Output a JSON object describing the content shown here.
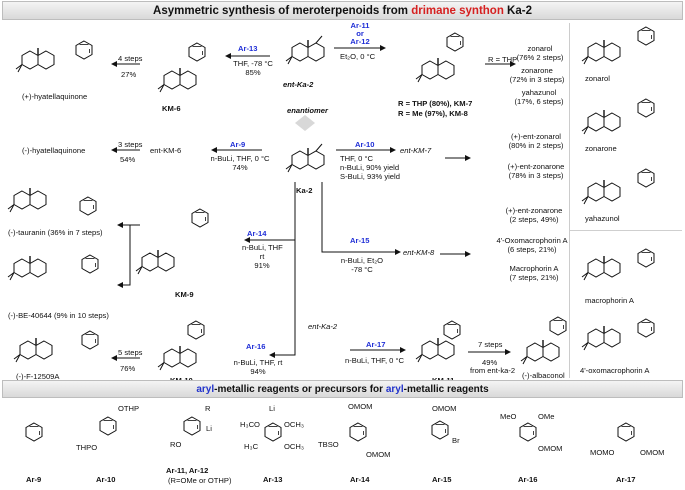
{
  "title": {
    "prefix": "Asymmetric synthesis of meroterpenoids from ",
    "highlight": "drimane synthon",
    "suffix": " Ka-2"
  },
  "colors": {
    "accent_red": "#d62020",
    "accent_blue": "#1f2ed6",
    "bar_bg": "#e6e6e6"
  },
  "center": {
    "top_compound": "ent-Ka-2",
    "enantiomer": "enantiomer",
    "bottom_compound": "Ka-2"
  },
  "routes": {
    "r13": {
      "reagent": "Ar-13",
      "conditions": [
        "THF, -78 °C",
        "85%"
      ],
      "intermediate": "KM-6",
      "steps": "4 steps",
      "yield": "27%",
      "product": "(+)-hyatellaquinone"
    },
    "r11": {
      "reagent_a": "Ar-11",
      "or": "or",
      "reagent_b": "Ar-12",
      "conditions": "Et₂O, 0 °C",
      "r_label": "R = THP",
      "yield_thp": "R = THP (80%), KM-7",
      "yield_me": "R = Me (97%), KM-8",
      "products": [
        {
          "name": "zonarol",
          "detail": "(76% 2 steps)"
        },
        {
          "name": "zonarone",
          "detail": "(72% in 3 steps)"
        },
        {
          "name": "yahazunol",
          "detail": "(17%, 6 steps)"
        }
      ]
    },
    "r9": {
      "reagent": "Ar-9",
      "conditions": [
        "n-BuLi, THF, 0 °C",
        "74%"
      ],
      "intermediate": "ent-KM-6",
      "steps": "3 steps",
      "yield": "54%",
      "product": "(-)-hyatellaquinone"
    },
    "r10": {
      "reagent": "Ar-10",
      "conditions": [
        "THF, 0 °C",
        "n-BuLi, 90% yield",
        "S-BuLi, 93% yield"
      ],
      "intermediate": "ent-KM-7",
      "products": [
        {
          "name": "(+)-ent-zonarol",
          "detail": "(80% in 2 steps)"
        },
        {
          "name": "(+)-ent-zonarone",
          "detail": "(78% in 3 steps)"
        }
      ]
    },
    "r14": {
      "reagent": "Ar-14",
      "conditions": [
        "n-BuLi, THF",
        "rt",
        "91%"
      ],
      "intermediate": "KM-9",
      "products": [
        "(-)-tauranin (36% in 7 steps)",
        "(-)-BE-40644 (9% in 10 steps)"
      ]
    },
    "r15": {
      "reagent": "Ar-15",
      "conditions": [
        "n-BuLi, Et₂O",
        "-78 °C"
      ],
      "intermediate": "ent-KM-8",
      "products": [
        {
          "name": "(+)-ent-zonarone",
          "detail": "(2 steps, 49%)"
        },
        {
          "name": "4'-Oxomacrophorin A",
          "detail": "(6 steps, 21%)"
        },
        {
          "name": "Macrophorin A",
          "detail": "(7 steps, 21%)"
        }
      ]
    },
    "r16": {
      "reagent": "Ar-16",
      "conditions": [
        "n-BuLi, THF, rt",
        "94%"
      ],
      "intermediate": "KM-10",
      "steps": "5 steps",
      "yield": "76%",
      "product": "(-)-F-12509A"
    },
    "r17": {
      "start": "ent-Ka-2",
      "reagent": "Ar-17",
      "conditions": "n-BuLi, THF, 0 °C",
      "intermediate": "KM-11",
      "steps": "7 steps",
      "yield": "49%",
      "yield_from": "from ent-ka-2",
      "product": "(-)-albaconol"
    }
  },
  "side_panel": [
    "zonarol",
    "zonarone",
    "yahazunol",
    "macrophorin A",
    "4'-oxomacrophorin A"
  ],
  "reagents_bar": {
    "prefix": "aryl",
    "middle": "-metallic reagents or precursors for ",
    "highlight": "aryl",
    "suffix": "-metallic reagents"
  },
  "reagents": [
    {
      "label": "Ar-9"
    },
    {
      "label": "Ar-10",
      "groups": [
        "OTHP",
        "THPO"
      ]
    },
    {
      "label": "Ar-11, Ar-12",
      "note": "(R=OMe or OTHP)",
      "groups": [
        "R",
        "Li",
        "RO"
      ]
    },
    {
      "label": "Ar-13",
      "groups": [
        "Li",
        "H₃CO",
        "OCH₃",
        "H₃C",
        "OCH₃"
      ]
    },
    {
      "label": "Ar-14",
      "groups": [
        "OMOM",
        "TBSO",
        "OMOM"
      ]
    },
    {
      "label": "Ar-15",
      "groups": [
        "OMOM",
        "Br"
      ]
    },
    {
      "label": "Ar-16",
      "groups": [
        "MeO",
        "OMe",
        "OMOM"
      ]
    },
    {
      "label": "Ar-17",
      "groups": [
        "MOMO",
        "OMOM"
      ]
    }
  ]
}
